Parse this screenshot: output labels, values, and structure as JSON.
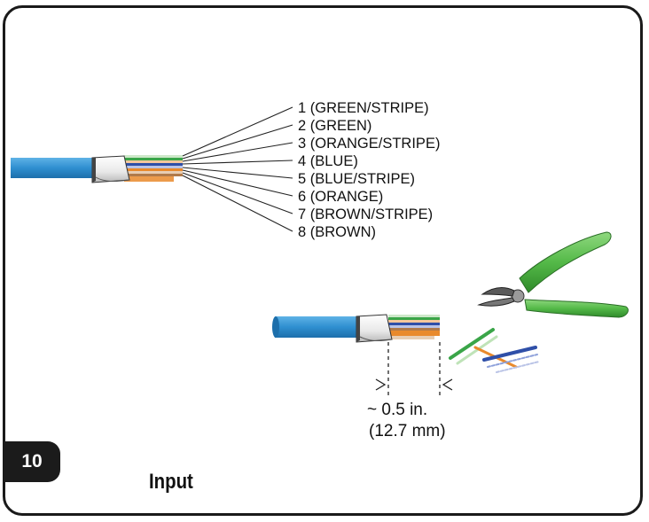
{
  "wire_labels": [
    "1 (GREEN/STRIPE)",
    "2 (GREEN)",
    "3 (ORANGE/STRIPE)",
    "4 (BLUE)",
    "5 (BLUE/STRIPE)",
    "6 (ORANGE)",
    "7 (BROWN/STRIPE)",
    "8 (BROWN)"
  ],
  "measurement": {
    "inches": "~ 0.5 in.",
    "millimeters": "(12.7 mm)"
  },
  "step_number": "10",
  "footer_label": "Input",
  "colors": {
    "cable_jacket": "#2f8fd0",
    "green": "#3aa548",
    "orange": "#e98a2c",
    "blue": "#2f4fa8",
    "brown": "#b07a4a",
    "cutter_handles": "#54b948",
    "badge": "#1b1b1b"
  }
}
